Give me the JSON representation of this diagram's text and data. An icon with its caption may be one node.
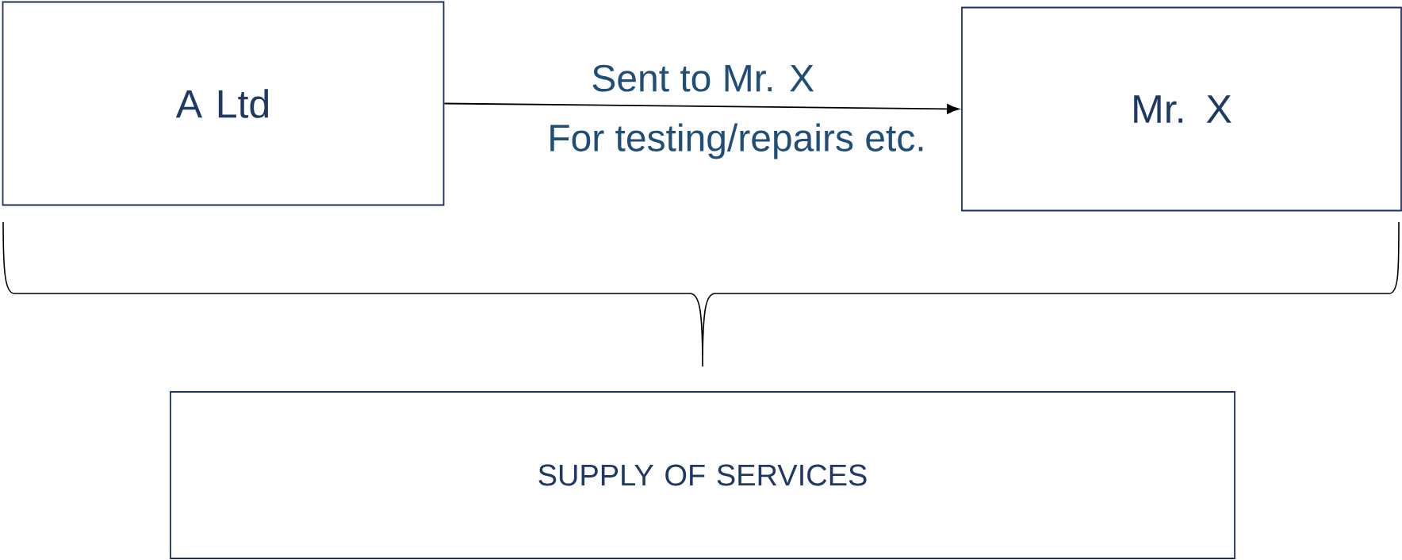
{
  "diagram": {
    "nodes": [
      {
        "text": [
          "A Ltd"
        ]
      },
      {
        "text": [
          "Mr. X"
        ]
      },
      {
        "text": [
          "SUPPLY OF SERVICES"
        ]
      }
    ],
    "edges": [
      {
        "from": 0,
        "to": 1,
        "arrow": "to",
        "label": "Sent to Mr. X"
      }
    ],
    "labels": [
      "For testing/repairs etc."
    ]
  }
}
